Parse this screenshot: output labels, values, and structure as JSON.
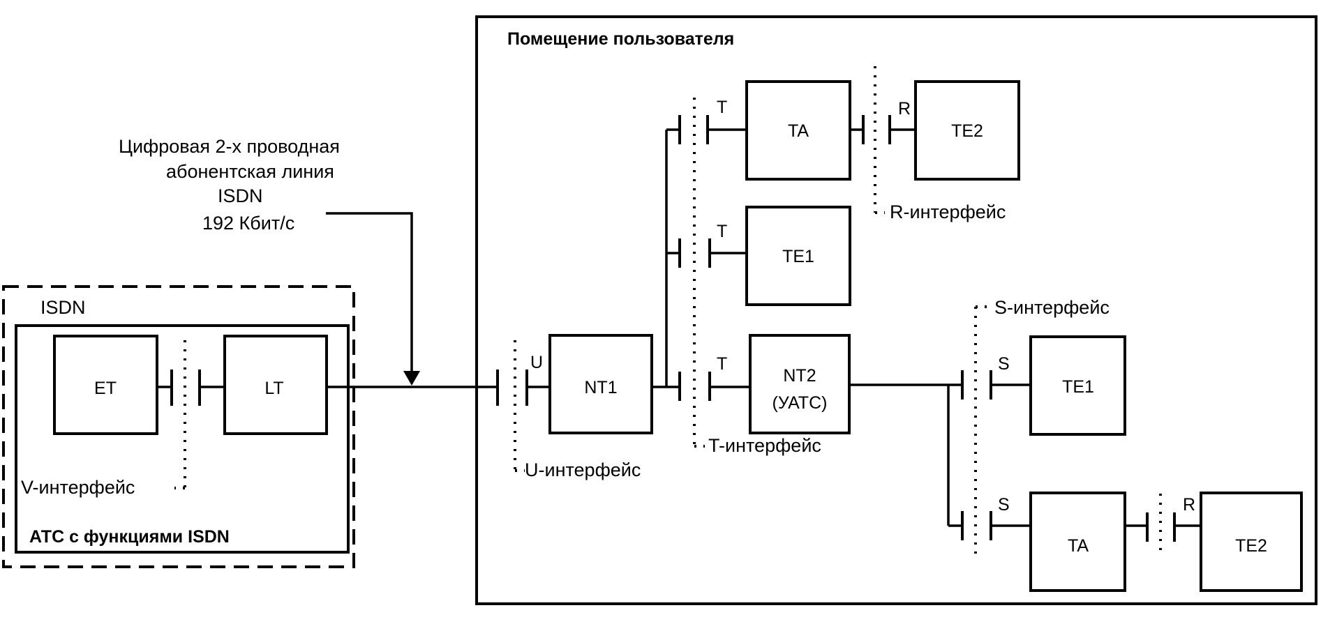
{
  "diagram": {
    "title": "ISDN subscriber access architecture",
    "exchange": {
      "group_label": "ISDN",
      "caption": "АТС с функциями ISDN",
      "blocks": {
        "et": "ET",
        "lt": "LT"
      },
      "v_interface": "V-интерфейс"
    },
    "line_annotation": {
      "line1": "Цифровая 2-х проводная",
      "line2": "абонентская линия",
      "line3": "ISDN",
      "line4": "192 Кбит/с"
    },
    "premises": {
      "title": "Помещение пользователя",
      "blocks": {
        "nt1": "NT1",
        "nt2_line1": "NT2",
        "nt2_line2": "(УАТС)",
        "ta_top": "TA",
        "te2_top": "TE2",
        "te1_mid": "TE1",
        "te1_right": "TE1",
        "ta_bottom": "TA",
        "te2_bottom": "TE2"
      },
      "interfaces": {
        "u": "U-интерфейс",
        "t": "T-интерфейс",
        "s": "S-интерфейс",
        "r": "R-интерфейс"
      },
      "points": {
        "u": "U",
        "t": "T",
        "s": "S",
        "r": "R"
      }
    }
  }
}
